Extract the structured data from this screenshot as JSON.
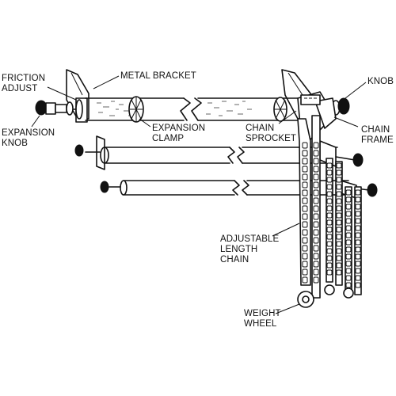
{
  "labels": {
    "friction_adjust": [
      "FRICTION",
      "ADJUST"
    ],
    "metal_bracket": "METAL BRACKET",
    "knob": "KNOB",
    "expansion_knob": [
      "EXPANSION",
      "KNOB"
    ],
    "expansion_clamp": [
      "EXPANSION",
      "CLAMP"
    ],
    "chain_sprocket": [
      "CHAIN",
      "SPROCKET"
    ],
    "chain_frame": [
      "CHAIN",
      "FRAME"
    ],
    "adjustable_length_chain": [
      "ADJUSTABLE",
      "LENGTH",
      "CHAIN"
    ],
    "weight_wheel": [
      "WEIGHT",
      "WHEEL"
    ]
  },
  "colors": {
    "ink": "#111111",
    "paper": "#ffffff"
  }
}
